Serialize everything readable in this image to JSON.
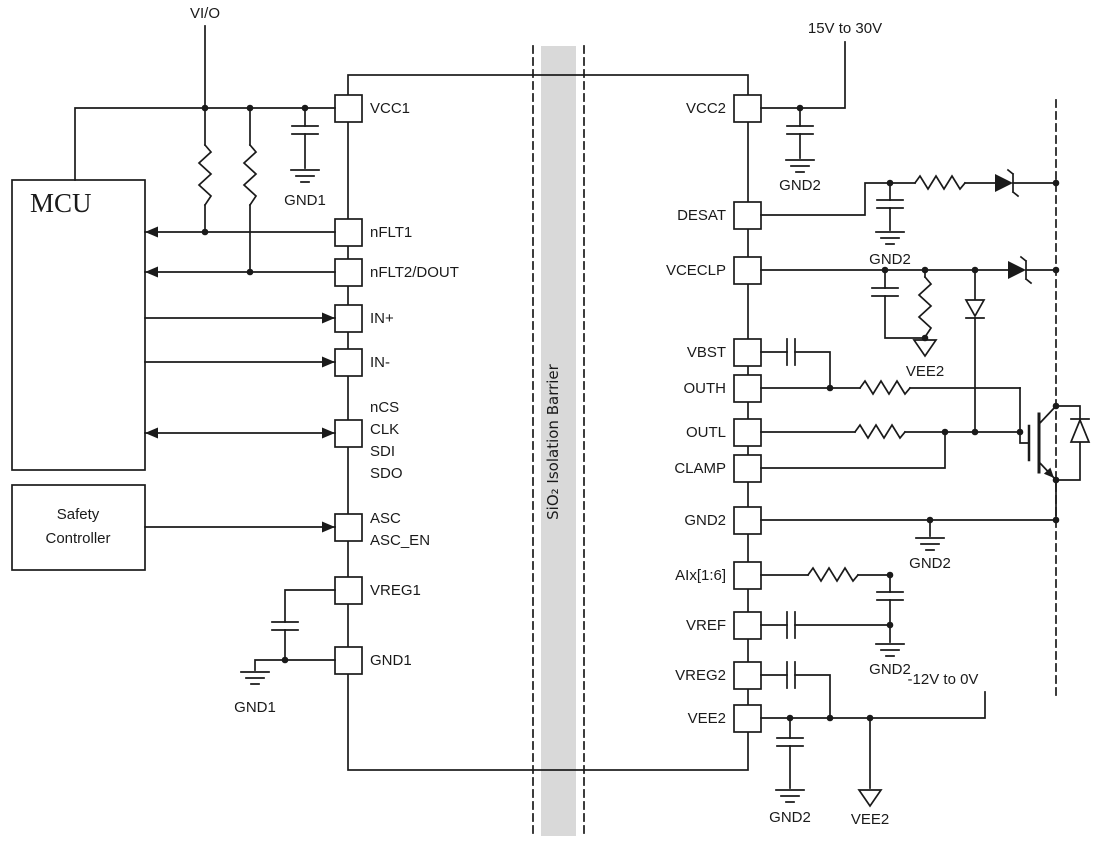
{
  "colors": {
    "wire": "#1a1a1a",
    "barrier_fill": "#d9d9d9",
    "background": "#ffffff"
  },
  "labels": {
    "vio": "VI/O",
    "supply_high": "15V to 30V",
    "supply_neg": "-12V to 0V",
    "gnd1": "GND1",
    "gnd2": "GND2",
    "vee2": "VEE2",
    "mcu": "MCU",
    "safety_line1": "Safety",
    "safety_line2": "Controller",
    "isolation": "SiO₂ Isolation Barrier"
  },
  "pins": {
    "left": {
      "vcc1": "VCC1",
      "nflt1": "nFLT1",
      "nflt2_dout": "nFLT2/DOUT",
      "in_plus": "IN+",
      "in_minus": "IN-",
      "ncs": "nCS",
      "clk": "CLK",
      "sdi": "SDI",
      "sdo": "SDO",
      "asc": "ASC",
      "asc_en": "ASC_EN",
      "vreg1": "VREG1",
      "gnd1": "GND1"
    },
    "right": {
      "vcc2": "VCC2",
      "desat": "DESAT",
      "vceclp": "VCECLP",
      "vbst": "VBST",
      "outh": "OUTH",
      "outl": "OUTL",
      "clamp": "CLAMP",
      "gnd2": "GND2",
      "aix": "AIx[1:6]",
      "vref": "VREF",
      "vreg2": "VREG2",
      "vee2": "VEE2"
    }
  }
}
